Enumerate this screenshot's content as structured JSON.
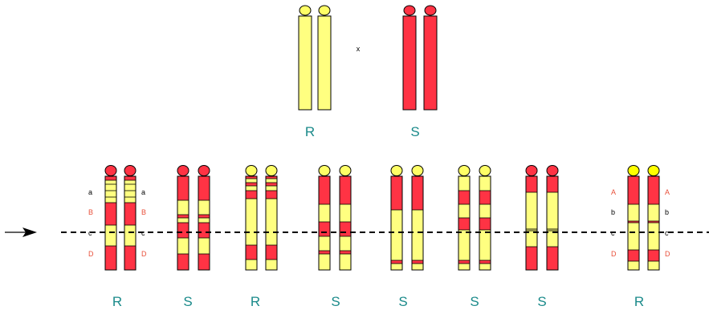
{
  "colors": {
    "yellow": "#FFFF80",
    "red": "#FF3344",
    "centromere_yellow": "#FFFF66",
    "centromere_yellow_bright": "#FFFF00",
    "outline": "#000000",
    "label_teal": "#1A8A8A",
    "label_dominant": "#E8503A",
    "label_recessive": "#000000"
  },
  "parents": {
    "cross_symbol": "x",
    "left": {
      "label": "R",
      "color": "yellow"
    },
    "right": {
      "label": "S",
      "color": "red"
    }
  },
  "arrow": {
    "icon": "right-arrow-icon"
  },
  "offspring": [
    {
      "label": "R",
      "centromere": "red",
      "left_alleles": [
        {
          "text": "a",
          "dominant": false
        },
        {
          "text": "B",
          "dominant": true
        },
        {
          "text": "c",
          "dominant": false
        },
        {
          "text": "D",
          "dominant": true
        }
      ],
      "right_alleles": [
        {
          "text": "a",
          "dominant": false
        },
        {
          "text": "B",
          "dominant": true
        },
        {
          "text": "c",
          "dominant": false
        },
        {
          "text": "D",
          "dominant": true
        }
      ]
    },
    {
      "label": "S",
      "centromere": "red"
    },
    {
      "label": "R",
      "centromere": "yellow"
    },
    {
      "label": "S",
      "centromere": "yellow"
    },
    {
      "label": "S",
      "centromere": "yellow"
    },
    {
      "label": "S",
      "centromere": "yellow"
    },
    {
      "label": "S",
      "centromere": "red"
    },
    {
      "label": "R",
      "centromere": "yellow_bright",
      "left_alleles": [
        {
          "text": "A",
          "dominant": true
        },
        {
          "text": "b",
          "dominant": false
        },
        {
          "text": "c",
          "dominant": false
        },
        {
          "text": "D",
          "dominant": true
        }
      ],
      "right_alleles": [
        {
          "text": "A",
          "dominant": true
        },
        {
          "text": "b",
          "dominant": false
        },
        {
          "text": "c",
          "dominant": false
        },
        {
          "text": "D",
          "dominant": true
        }
      ]
    }
  ]
}
